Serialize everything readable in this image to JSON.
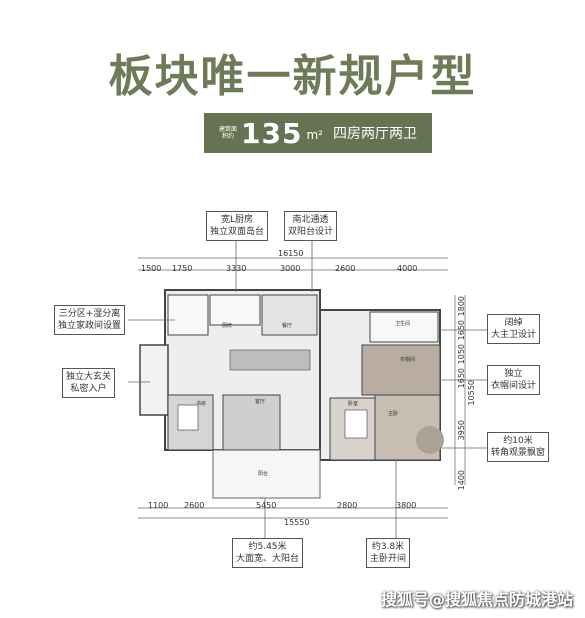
{
  "title": "板块唯一新规户型",
  "banner": {
    "tiny": "建筑面积约",
    "area": "135",
    "unit": "m²",
    "layout": "四房两厅两卫"
  },
  "callouts": {
    "kitchen": [
      "宽L厨房",
      "独立双面岛台"
    ],
    "balcony": [
      "南北通透",
      "双阳台设计"
    ],
    "partition": [
      "三分区+湿分离",
      "独立家政间设置"
    ],
    "entry": [
      "独立大玄关",
      "私密入户"
    ],
    "master_bath": [
      "阔绰",
      "大主卫设计"
    ],
    "closet": [
      "独立",
      "衣帽间设计"
    ],
    "window": [
      "约10米",
      "转角观景飘窗"
    ],
    "living": [
      "约5.45米",
      "大面宽、大阳台"
    ],
    "bedroom": [
      "约3.8米",
      "主卧开间"
    ]
  },
  "dims": {
    "top_total": "16150",
    "top": [
      "1500",
      "1750",
      "3330",
      "3000",
      "2600",
      "4000"
    ],
    "right": [
      "1800",
      "1650",
      "1050",
      "1650",
      "3950",
      "1400"
    ],
    "right_total": "10550",
    "bottom": [
      "1100",
      "2600",
      "5450",
      "2800",
      "3800"
    ],
    "bottom_total": "15550"
  },
  "rooms": {
    "kitchen": "厨房",
    "dining": "餐厅",
    "living": "客厅",
    "balcony": "阳台",
    "master": "主卧",
    "bedroom": "卧室",
    "study": "书房",
    "bath": "卫生间",
    "closet": "衣帽间"
  },
  "watermark": "搜狐号@搜狐焦点防城港站"
}
